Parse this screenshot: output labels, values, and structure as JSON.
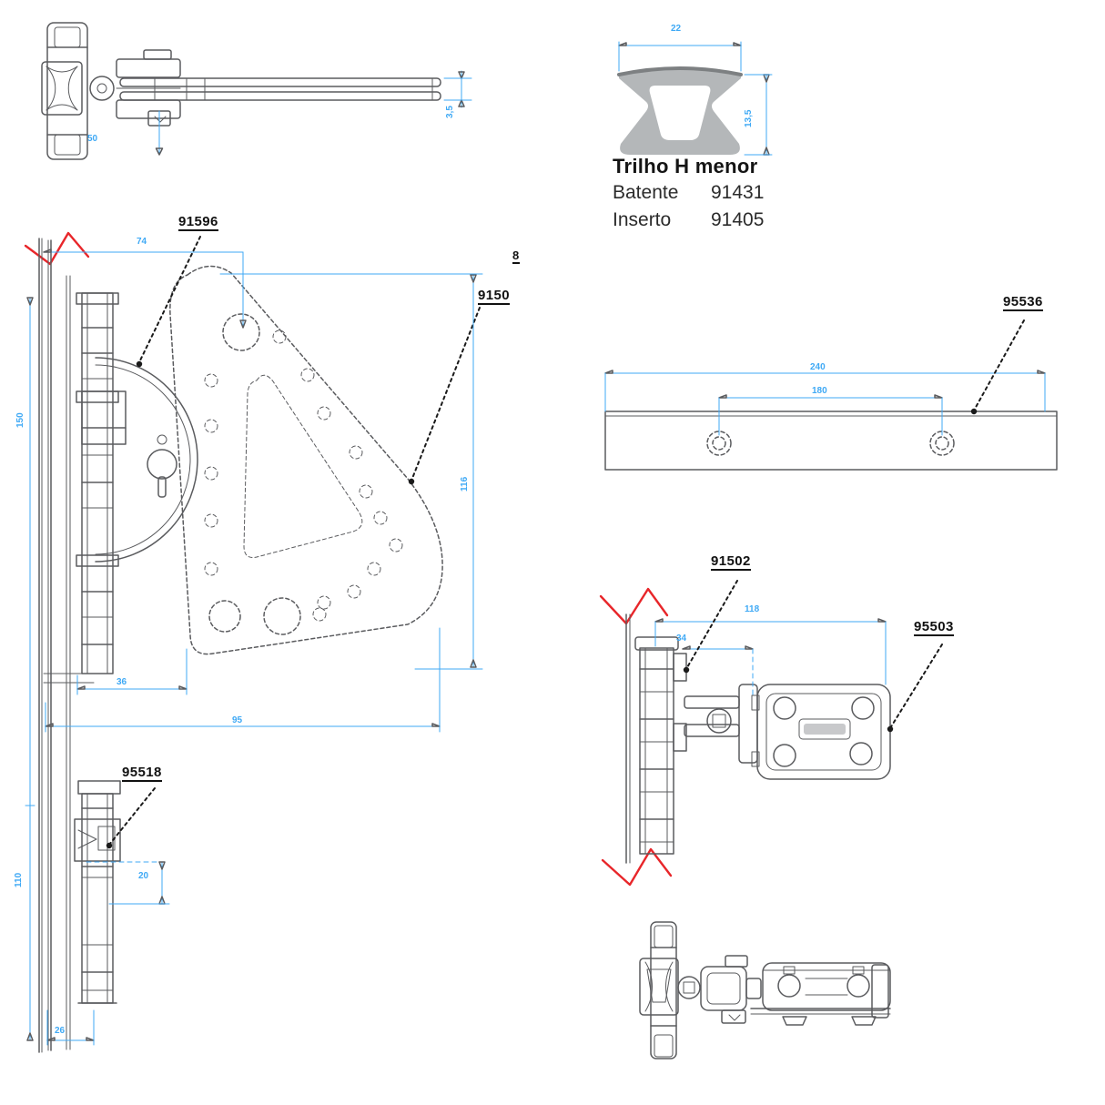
{
  "colors": {
    "line": "#5A5B5E",
    "dimension": "#3FA9F5",
    "break_mark": "#E8262A",
    "profile_fill": "#B4B7B9",
    "label_text": "#111111"
  },
  "profile_view": {
    "title": "Trilho H menor",
    "specs": [
      {
        "name": "Batente",
        "code": "91431"
      },
      {
        "name": "Inserto",
        "code": "91405"
      }
    ],
    "dim_width": "22",
    "dim_height": "13,5"
  },
  "top_view": {
    "dim_offset": "50",
    "dim_thickness": "3,5"
  },
  "front_view": {
    "label_hinge": "91596",
    "label_plate": "9150",
    "label_note": "8",
    "label_clamp": "95518",
    "dim_top_offset": "74",
    "dim_height_upper": "150",
    "dim_height_lower": "110",
    "dim_plate_height": "116",
    "dim_plate_offset": "36",
    "dim_plate_width": "95",
    "dim_clamp_spacing": "20",
    "dim_foot": "26"
  },
  "bar_view": {
    "label": "95536",
    "dim_outer": "240",
    "dim_holes": "180"
  },
  "side_view": {
    "label_hinge": "91502",
    "label_plate": "95503",
    "dim_overall": "118",
    "dim_cup": "34"
  }
}
